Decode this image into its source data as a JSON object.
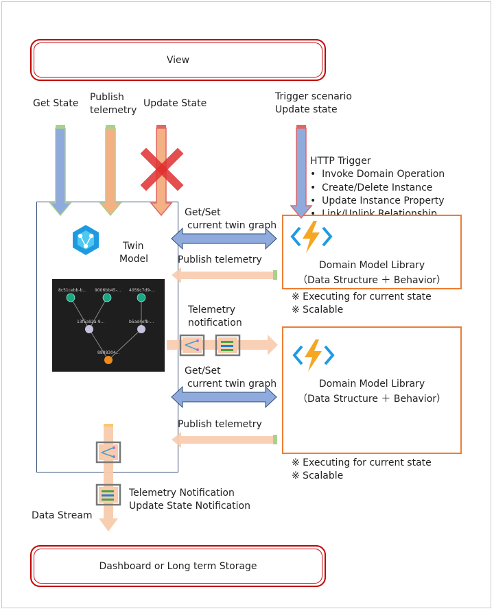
{
  "view": {
    "label": "View"
  },
  "storage": {
    "label": "Dashboard or Long term Storage"
  },
  "top_labels": {
    "get_state": "Get State",
    "publish_telemetry_1": "Publish",
    "publish_telemetry_2": "telemetry",
    "update_state": "Update State",
    "trigger_1": "Trigger scenario",
    "trigger_2": "Update state"
  },
  "http_trigger": {
    "title": "HTTP Trigger",
    "items": [
      "Invoke Domain Operation",
      "Create/Delete Instance",
      "Update Instance Property",
      "Link/Unlink Relationship"
    ],
    "bullet": "•"
  },
  "twin": {
    "label_1": "Twin",
    "label_2": "Model",
    "nodes": [
      "8c51cebb-b...",
      "9006bb45-...",
      "4059c7d9-...",
      "13f5a92a-9...",
      "b5ad4efb-...",
      "8808304..."
    ]
  },
  "link_top": {
    "getset_1": "Get/Set",
    "getset_2": "current twin graph",
    "publish": "Publish telemetry"
  },
  "link_middle": {
    "notif_1": "Telemetry",
    "notif_2": "notification"
  },
  "link_bottom": {
    "getset_1": "Get/Set",
    "getset_2": "current twin graph",
    "publish": "Publish telemetry"
  },
  "library_1": {
    "title": "Domain Model Library",
    "subtitle": "（Data Structure ＋ Behavior）",
    "note_1": "※ Executing for current state",
    "note_2": "※ Scalable"
  },
  "library_2": {
    "title": "Domain Model Library",
    "subtitle": "（Data Structure ＋ Behavior）",
    "note_1": "※ Executing for current state",
    "note_2": "※ Scalable"
  },
  "stream": {
    "label": "Data Stream",
    "notif_1": "Telemetry Notification",
    "notif_2": "Update State Notification"
  },
  "colors": {
    "red": "#c00000",
    "orange": "#ed7d31",
    "blue_arrow": "#8faadc",
    "orange_arrow": "#f4b183",
    "navy": "#2e4a70",
    "teal": "#1ba784",
    "azure": "#1e9be0"
  }
}
